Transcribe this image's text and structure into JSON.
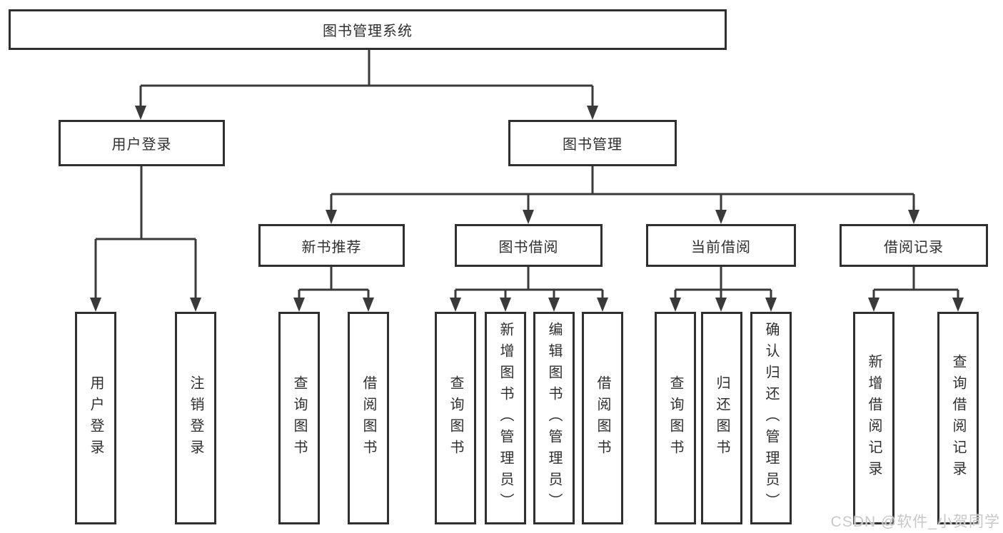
{
  "tree": {
    "root": {
      "label": "图书管理系统",
      "children": [
        {
          "label": "用户登录",
          "children": [
            {
              "label": "用户登录"
            },
            {
              "label": "注销登录"
            }
          ]
        },
        {
          "label": "图书管理",
          "children": [
            {
              "label": "新书推荐",
              "children": [
                {
                  "label": "查询图书"
                },
                {
                  "label": "借阅图书"
                }
              ]
            },
            {
              "label": "图书借阅",
              "children": [
                {
                  "label": "查询图书"
                },
                {
                  "label": "新增图书（管理员）"
                },
                {
                  "label": "编辑图书（管理员）"
                },
                {
                  "label": "借阅图书"
                }
              ]
            },
            {
              "label": "当前借阅",
              "children": [
                {
                  "label": "查询图书"
                },
                {
                  "label": "归还图书"
                },
                {
                  "label": "确认归还（管理员）"
                }
              ]
            },
            {
              "label": "借阅记录",
              "children": [
                {
                  "label": "新增借阅记录"
                },
                {
                  "label": "查询借阅记录"
                }
              ]
            }
          ]
        }
      ]
    }
  },
  "watermark": {
    "text": "CSDN @软件_小贺同学"
  },
  "colors": {
    "background": "#ffffff",
    "line": "#3a3a3a",
    "box_border": "#2f2f2f",
    "text": "#2f2f2f",
    "watermark": "#c8c8c8"
  }
}
